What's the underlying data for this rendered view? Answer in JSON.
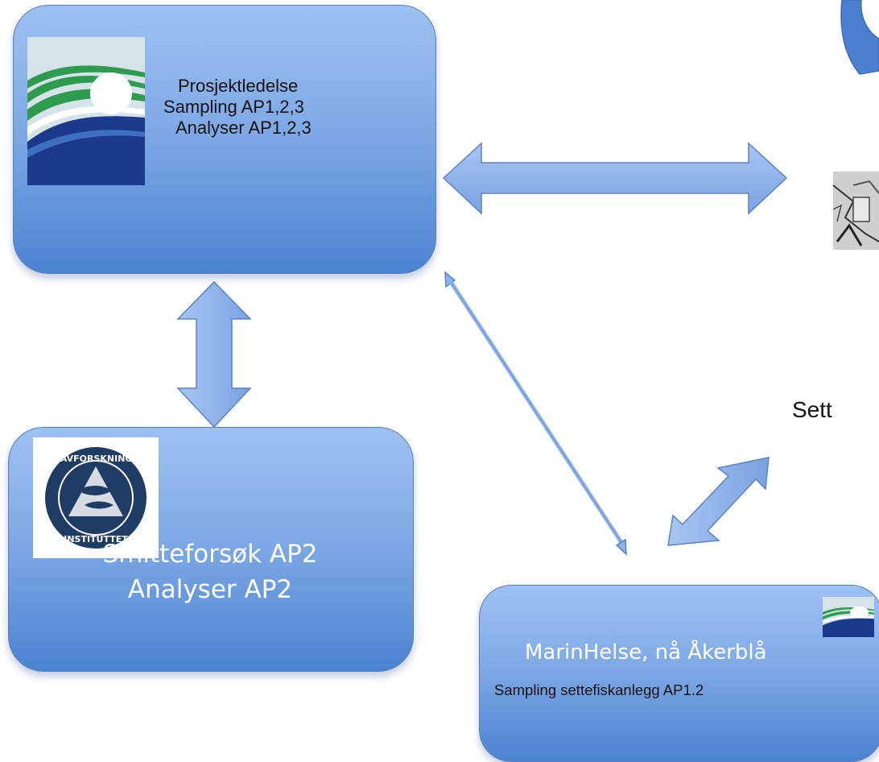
{
  "main_box": {
    "line1": "Prosjektledelse",
    "line2": "Sampling AP1,2,3",
    "line3": "Analyser AP1,2,3"
  },
  "hav_box": {
    "line1": "Smitteforsøk AP2",
    "line2": "Analyser AP2",
    "logo_text": "HAVFORSKNINGS INSTITUTTET"
  },
  "marin_box": {
    "title": "MarinHelse, nå Åkerblå",
    "subtitle": "Sampling settefiskanlegg AP1.2"
  },
  "partial_label": "Sett",
  "colors": {
    "box_top": "#9ec1f3",
    "box_bottom": "#4c84d2",
    "arrow_fill": "#8db2ea",
    "arrow_stroke": "#5b83c4",
    "logo_navy": "#1b3a8c",
    "logo_green": "#2e9b4f",
    "hav_navy": "#1f3c64"
  },
  "icons": [
    "wave-logo-icon",
    "havforskning-logo-icon",
    "photo-thumbnail",
    "double-arrow-icon"
  ]
}
